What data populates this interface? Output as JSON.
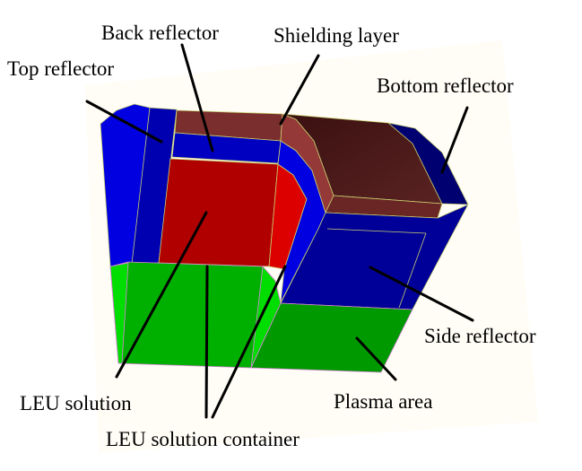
{
  "labels": {
    "back_reflector": "Back reflector",
    "shielding_layer": "Shielding layer",
    "top_reflector": "Top reflector",
    "bottom_reflector": "Bottom reflector",
    "side_reflector": "Side reflector",
    "plasma_area": "Plasma area",
    "leu_solution": "LEU solution",
    "leu_solution_container": "LEU solution container"
  },
  "colors": {
    "top_reflector": "#0000e0",
    "reflector_dark": "#0000b0",
    "shielding": "#7a2e2e",
    "leu_solution": "#b00000",
    "plasma": "#009a00",
    "green_light": "#00dd00"
  }
}
